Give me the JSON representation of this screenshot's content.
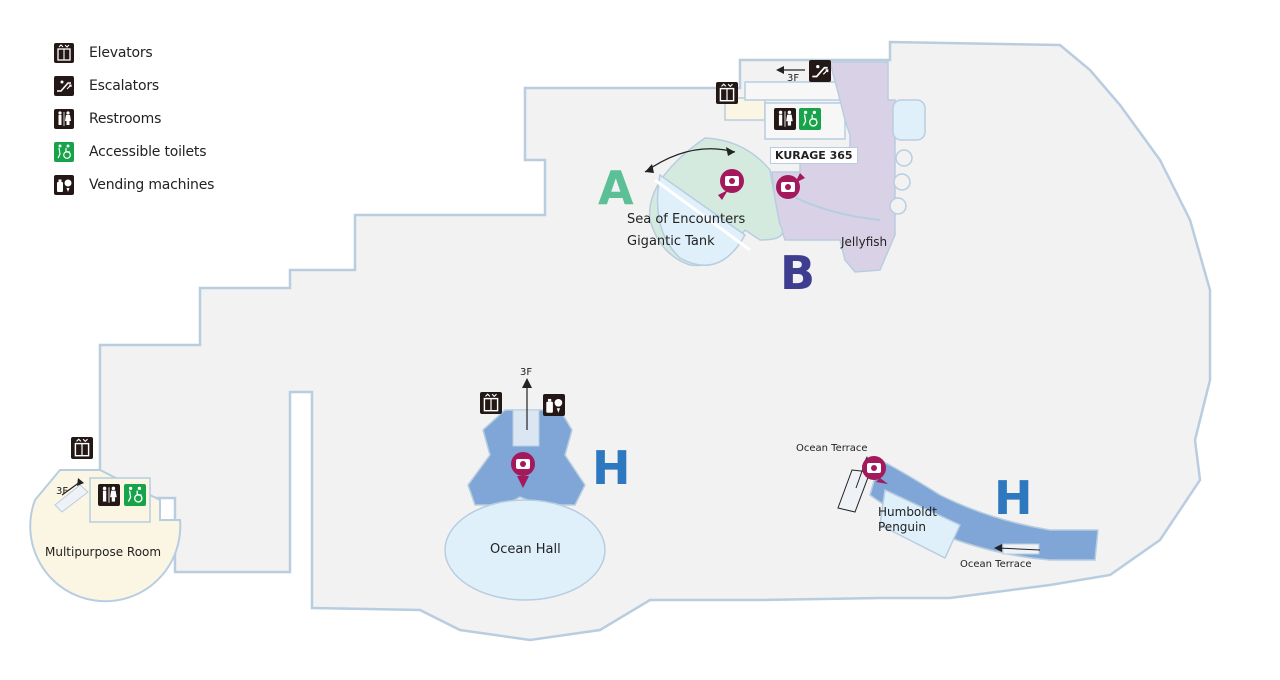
{
  "legend": [
    {
      "icon": "elevator-icon",
      "label": "Elevators",
      "color": "#231815"
    },
    {
      "icon": "escalator-icon",
      "label": "Escalators",
      "color": "#231815"
    },
    {
      "icon": "restroom-icon",
      "label": "Restrooms",
      "color": "#231815"
    },
    {
      "icon": "accessible-toilet-icon",
      "label": "Accessible toilets",
      "color": "#17a34a"
    },
    {
      "icon": "vending-machine-icon",
      "label": "Vending machines",
      "color": "#231815"
    }
  ],
  "zones": {
    "a": {
      "letter": "A",
      "color": "#5cbf95"
    },
    "b": {
      "letter": "B",
      "color": "#3f3d8f"
    },
    "h_center": {
      "letter": "H",
      "color": "#2e78c0"
    },
    "h_right": {
      "letter": "H",
      "color": "#2e78c0"
    }
  },
  "areas": {
    "sea_encounters": "Sea of Encounters",
    "gigantic_tank": "Gigantic Tank",
    "jellyfish": "Jellyfish",
    "kurage": "KURAGE 365",
    "ocean_hall": "Ocean Hall",
    "humboldt": "Humboldt",
    "penguin": "Penguin",
    "ocean_terrace_top": "Ocean Terrace",
    "ocean_terrace_bottom": "Ocean Terrace",
    "multipurpose": "Multipurpose Room"
  },
  "floor_tags": {
    "tag_top": "3F",
    "tag_center": "3F",
    "tag_left": "3F"
  },
  "colors": {
    "floor": "#f2f2f2",
    "wall": "#b8cde0",
    "water": "#dff0fa",
    "green_area": "#d5eadf",
    "purple_area": "#d9d2e6",
    "blue_area": "#7fa6d6",
    "cream_area": "#fbf6e4",
    "camera": "#a3195b"
  }
}
